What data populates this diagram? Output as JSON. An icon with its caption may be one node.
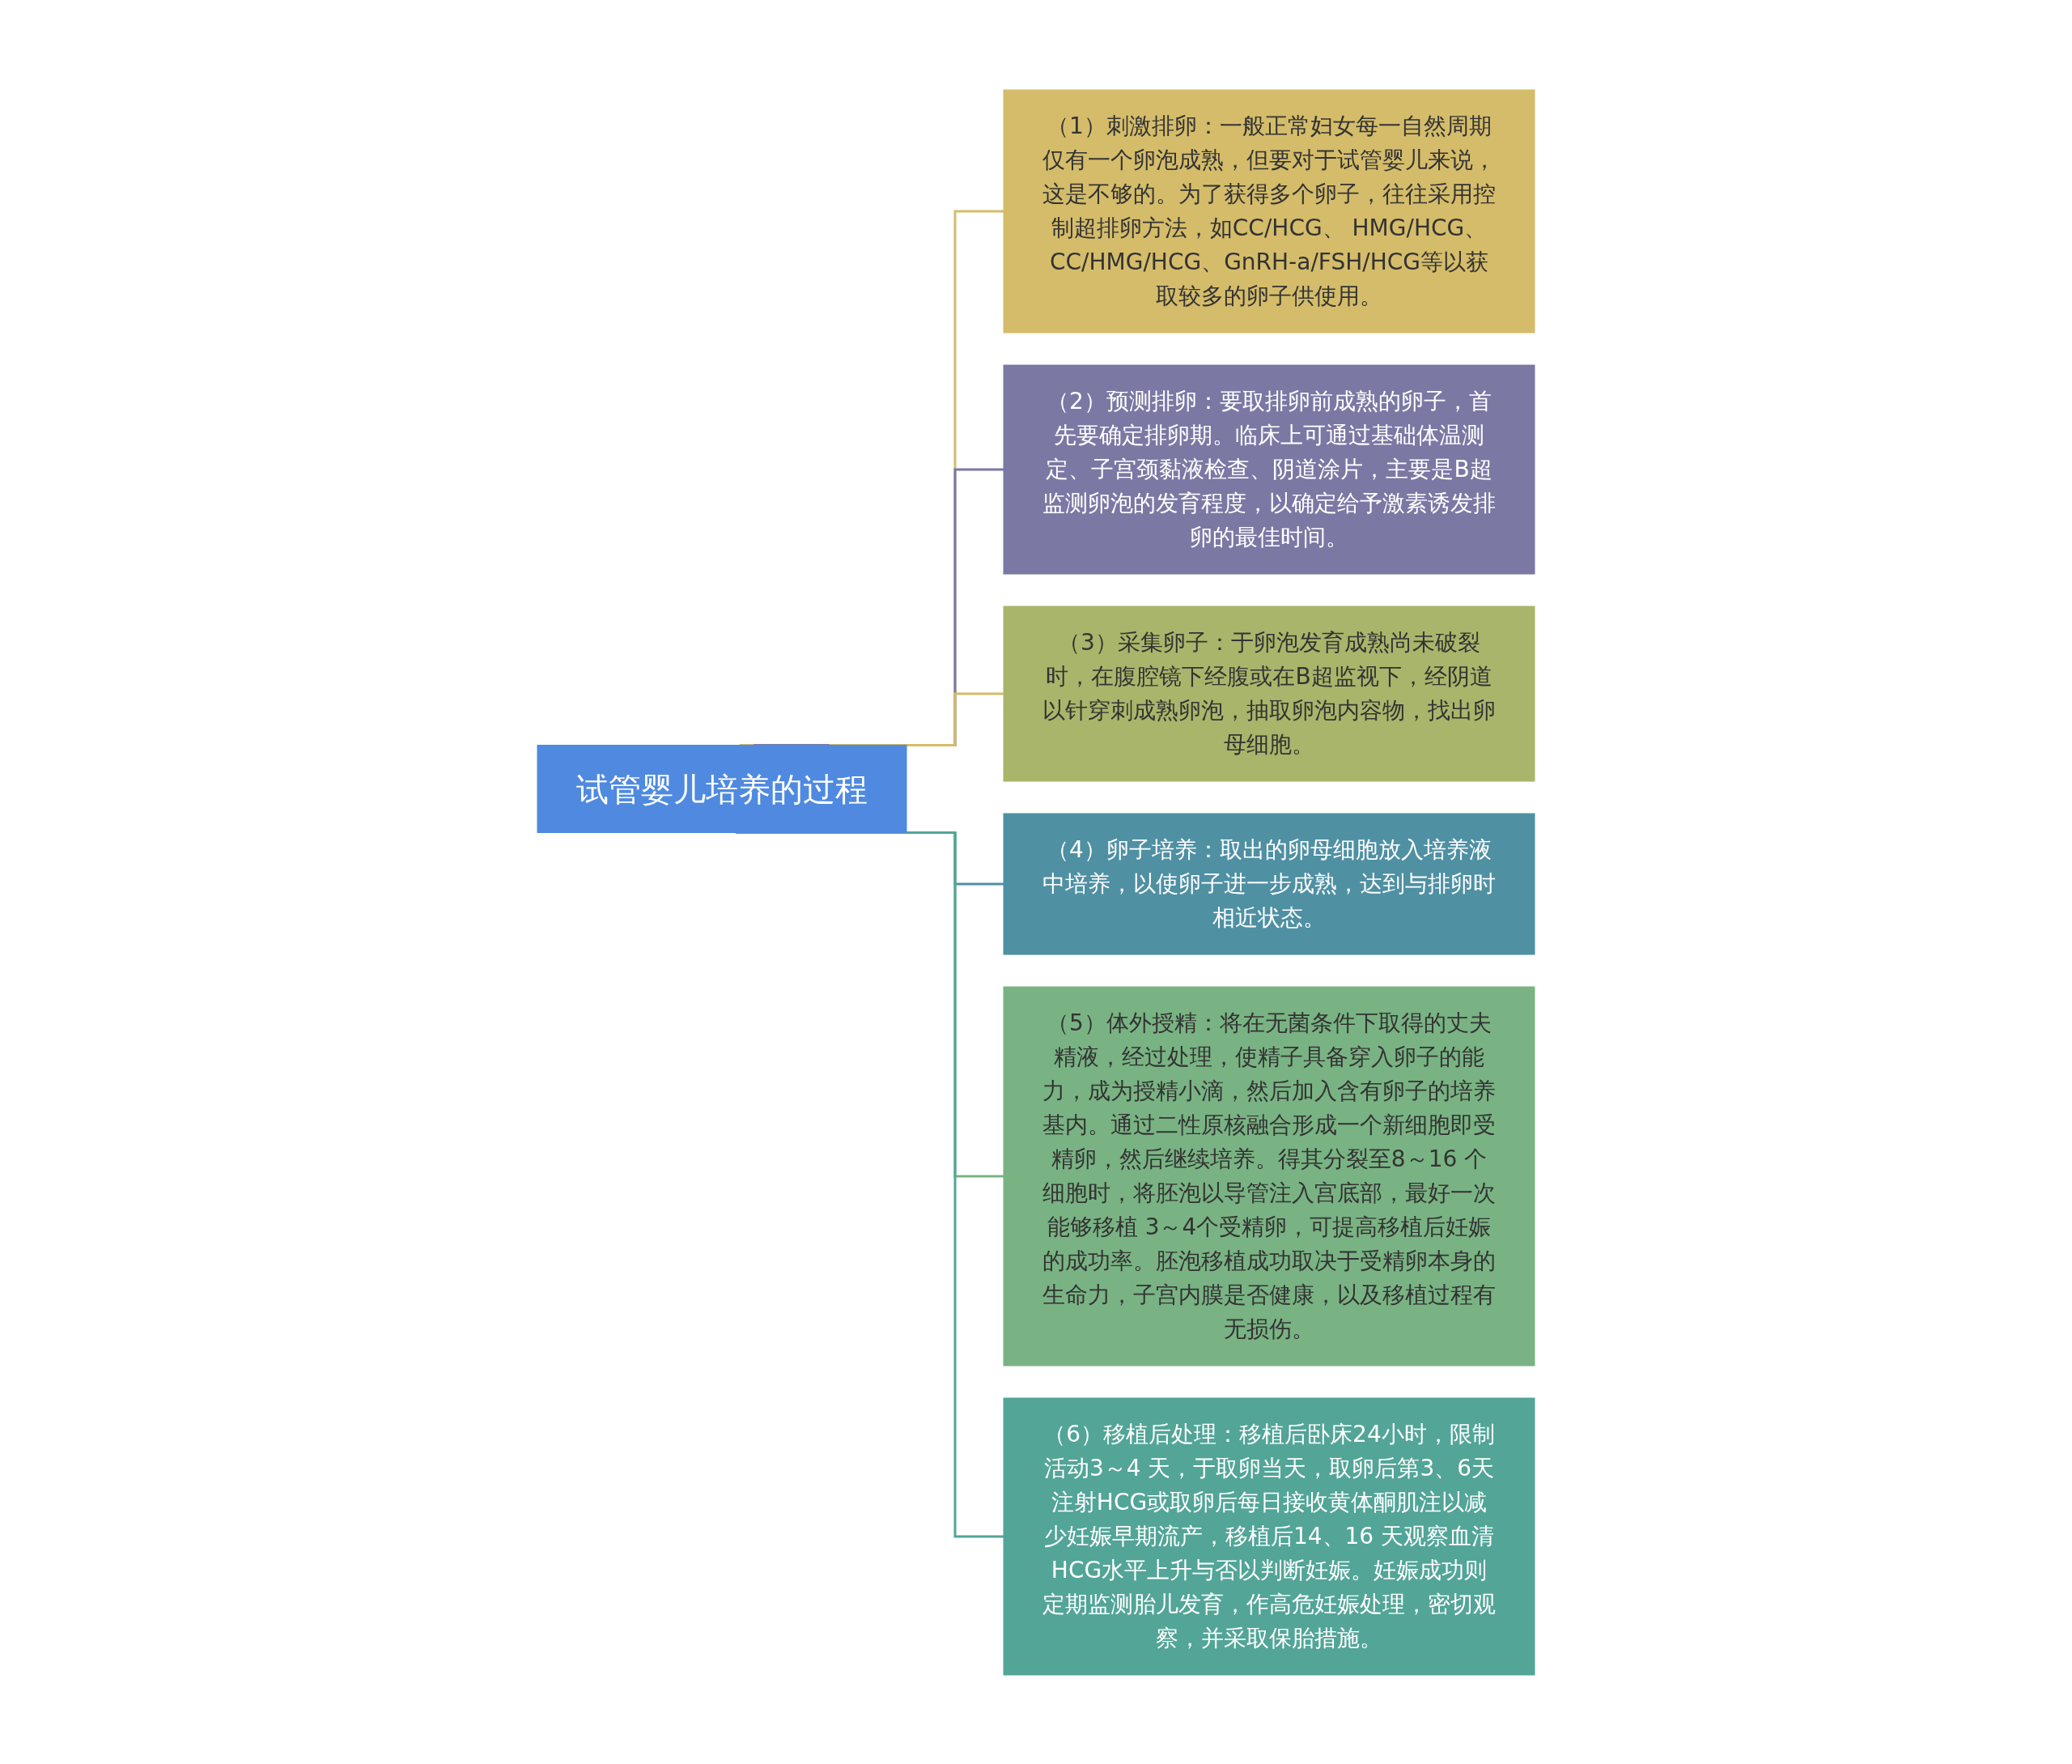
{
  "diagram": {
    "nodes": [
      {
        "text": [
          "试管婴儿培养的过程"
        ]
      },
      {
        "text": [
          "（1）刺激排卵：一般正常妇女每一自然周期仅有一个卵泡成熟，但要对于试管婴儿来说，这是不够的。为了获得多个卵子，往往采用控制超排卵方法，如CC/HCG、 HMG/HCG、CC/HMG/HCG、GnRH-a/FSH/HCG等以获取较多的卵子供使用。"
        ]
      },
      {
        "text": [
          "（2）预测排卵：要取排卵前成熟的卵子，首先要确定排卵期。临床上可通过基础体温测定、子宫颈黏液检查、阴道涂片，主要是B超监测卵泡的发育程度，以确定给予激素诱发排卵的最佳时间。"
        ]
      },
      {
        "text": [
          "（3）采集卵子：于卵泡发育成熟尚未破裂时，在腹腔镜下经腹或在B超监视下，经阴道以针穿刺成熟卵泡，抽取卵泡内容物，找出卵母细胞。"
        ]
      },
      {
        "text": [
          "（4）卵子培养：取出的卵母细胞放入培养液中培养，以使卵子进一步成熟，达到与排卵时相近状态。"
        ]
      },
      {
        "text": [
          "（5）体外授精：将在无菌条件下取得的丈夫精液，经过处理，使精子具备穿入卵子的能力，成为授精小滴，然后加入含有卵子的培养基内。通过二性原核融合形成一个新细胞即受精卵，然后继续培养。得其分裂至8～16 个细胞时，将胚泡以导管注入宫底部，最好一次能够移植 3～4个受精卵，可提高移植后妊娠的成功率。胚泡移植成功取决于受精卵本身的生命力，子宫内膜是否健康，以及移植过程有无损伤。"
        ]
      },
      {
        "text": [
          "（6）移植后处理：移植后卧床24小时，限制活动3～4 天，于取卵当天，取卵后第3、6天注射HCG或取卵后每日接收黄体酮肌注以减少妊娠早期流产，移植后14、16 天观察血清HCG水平上升与否以判断妊娠。妊娠成功则定期监测胎儿发育，作高危妊娠处理，密切观察，并采取保胎措施。"
        ]
      }
    ],
    "edges": [
      {
        "from": 0,
        "to": 1,
        "arrow": "none",
        "color": "#d4bc6a"
      },
      {
        "from": 0,
        "to": 2,
        "arrow": "none",
        "color": "#7b78a4"
      },
      {
        "from": 0,
        "to": 3,
        "arrow": "none",
        "color": "#d4bc6a"
      },
      {
        "from": 0,
        "to": 4,
        "arrow": "none",
        "color": "#4f90a3"
      },
      {
        "from": 0,
        "to": 5,
        "arrow": "none",
        "color": "#79b383"
      },
      {
        "from": 0,
        "to": 6,
        "arrow": "none",
        "color": "#52a597"
      }
    ]
  }
}
